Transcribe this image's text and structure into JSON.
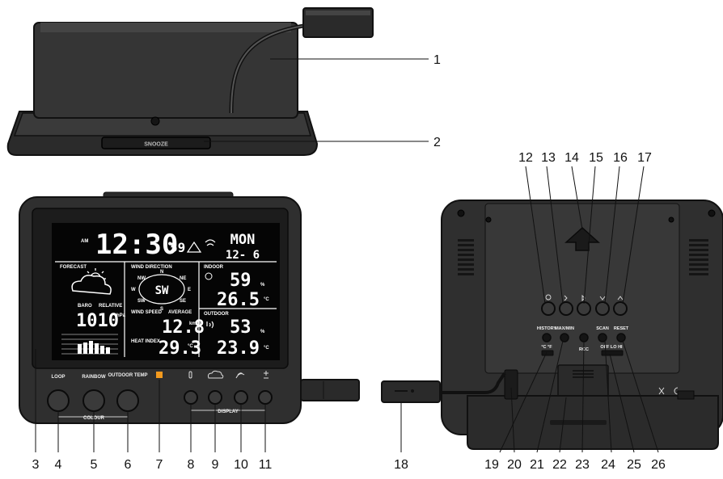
{
  "callouts": {
    "c1": "1",
    "c2": "2",
    "c3": "3",
    "c4": "4",
    "c5": "5",
    "c6": "6",
    "c7": "7",
    "c8": "8",
    "c9": "9",
    "c10": "10",
    "c11": "11",
    "c12": "12",
    "c13": "13",
    "c14": "14",
    "c15": "15",
    "c16": "16",
    "c17": "17",
    "c18": "18",
    "c19": "19",
    "c20": "20",
    "c21": "21",
    "c22": "22",
    "c23": "23",
    "c24": "24",
    "c25": "25",
    "c26": "26"
  },
  "top_view": {
    "snooze_label": "SNOOZE"
  },
  "display": {
    "am": "AM",
    "time": "12:30",
    "seconds": "59",
    "day": "MON",
    "date": "12- 6",
    "forecast_label": "FORECAST",
    "baro_label": "BARO",
    "relative_label": "RELATIVE",
    "pressure": "1010",
    "pressure_unit": "hPa",
    "wind_direction_label": "WIND DIRECTION",
    "compass_n": "N",
    "compass_s": "S",
    "compass_e": "E",
    "compass_w": "W",
    "compass_ne": "NE",
    "compass_nw": "NW",
    "compass_se": "SE",
    "compass_sw": "SW",
    "direction": "SW",
    "wind_speed_label": "WIND SPEED",
    "average_label": "AVERAGE",
    "wind_speed": "12.8",
    "wind_unit": "km/h",
    "heat_index_label": "HEAT INDEX",
    "heat_index": "29.3",
    "indoor_label": "INDOOR",
    "indoor_humidity": "59",
    "indoor_temp": "26.5",
    "outdoor_label": "OUTDOOR",
    "outdoor_humidity": "53",
    "outdoor_temp": "23.9",
    "percent": "%",
    "celsius": "°C"
  },
  "front_buttons": {
    "loop": "LOOP",
    "rainbow": "RAINBOW",
    "outdoor_temp": "OUTDOOR TEMP",
    "colour": "COLOUR",
    "display": "DISPLAY"
  },
  "back_buttons": {
    "history": "HISTORY",
    "maxmin": "MAX/MIN",
    "rcc": "RCC",
    "scan": "SCAN",
    "reset": "RESET",
    "unit_c_f": "°C °F",
    "light_switch": "OFF LO HI"
  },
  "colors": {
    "device_body": "#2e2e2e",
    "device_dark": "#151515",
    "lcd_bg": "#050505",
    "accent_orange": "#f39a1e",
    "callout_line": "#111111"
  }
}
